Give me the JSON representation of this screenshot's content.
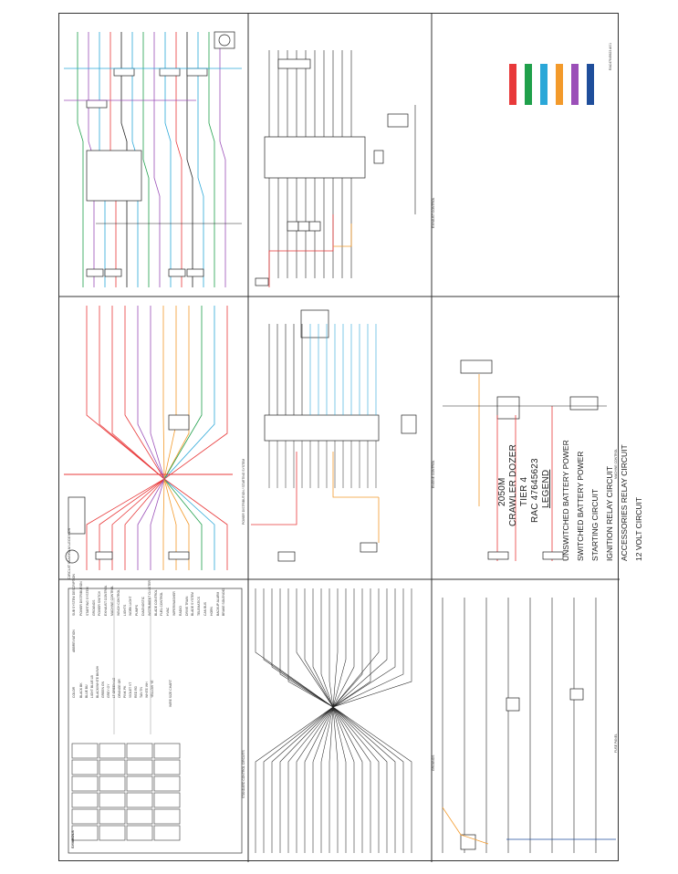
{
  "title_block": {
    "model": "2050M",
    "machine": "CRAWLER DOZER",
    "tier": "TIER 4",
    "rac": "RAC 47645623",
    "legend_title": "LEGEND"
  },
  "legend": [
    {
      "label": "UNSWITCHED BATTERY POWER",
      "color": "#e8393a"
    },
    {
      "label": "SWITCHED BATTERY POWER",
      "color": "#1fa04b"
    },
    {
      "label": "STARTING CIRCUIT",
      "color": "#2aa7d8"
    },
    {
      "label": "IGNITION RELAY CIRCUIT",
      "color": "#f39a2b"
    },
    {
      "label": "ACCESSORIES RELAY CIRCUIT",
      "color": "#9b4fb8"
    },
    {
      "label": "12 VOLT CIRCUIT",
      "color": "#1f4e9b"
    }
  ],
  "wire_colors": {
    "red": "#e8393a",
    "green": "#1fa04b",
    "blue": "#2aa7d8",
    "orange": "#f39a2b",
    "purple": "#9b4fb8",
    "navy": "#1f4e9b",
    "black": "#222222"
  },
  "doc_code": "RAC47645623 A/01",
  "circuit_legends_title": "CIRCUIT DIAGRAM LEGENDS",
  "symbols_title": "SYMBOLS",
  "color_table": {
    "title": "COLOR",
    "abbr_title": "ABBREVIATION",
    "rows": [
      [
        "BLACK",
        "BK"
      ],
      [
        "BLUE",
        "BU"
      ],
      [
        "LIGHT BLUE",
        "LB"
      ],
      [
        "BLACK/WHITE",
        "BK/WH"
      ],
      [
        "GREEN",
        "GN"
      ],
      [
        "GREY",
        "GY"
      ],
      [
        "LT GREEN",
        "LG"
      ],
      [
        "ORANGE",
        "OR"
      ],
      [
        "PINK",
        "PK"
      ],
      [
        "VIOLET",
        "VT"
      ],
      [
        "RED",
        "RD"
      ],
      [
        "TAN",
        "TN"
      ],
      [
        "WHITE",
        "WH"
      ],
      [
        "YELLOW",
        "YE"
      ]
    ]
  },
  "wire_size_title": "WIRE SIZE CHART",
  "system_list_title": "SUB SYSTEM DESCRIPTION",
  "system_list": [
    "POWER DISTRIBUTION",
    "STARTING SYSTEM",
    "GROUNDS",
    "POWER SWITCH",
    "EXHAUST CONTROL",
    "MACHINE CONTROL",
    "WINCH CONTROL",
    "LIGHTS",
    "WORK LIGHT",
    "PUMPS",
    "DIAGNOSTIC",
    "INSTRUMENT CLUSTER",
    "BLADE CONTROL",
    "FUEL CONTROL",
    "HVAC",
    "WIPER/WASHER",
    "RADIO",
    "DRIVE TRAIN",
    "BLADE SYSTEM",
    "TELEMATICS",
    "CAN BUS",
    "HORN",
    "BACKUP ALARM",
    "BRAKE SOLENOID"
  ],
  "section_labels": [
    "STANDARD CONTROL CIRCUITS",
    "POWER DISTRIBUTION / STARTING SYSTEM",
    "EXHAUST CONTROL",
    "GROUNDS",
    "ENGINE CONTROL",
    "FUSE PANEL",
    "MACHINE CONTROL"
  ]
}
